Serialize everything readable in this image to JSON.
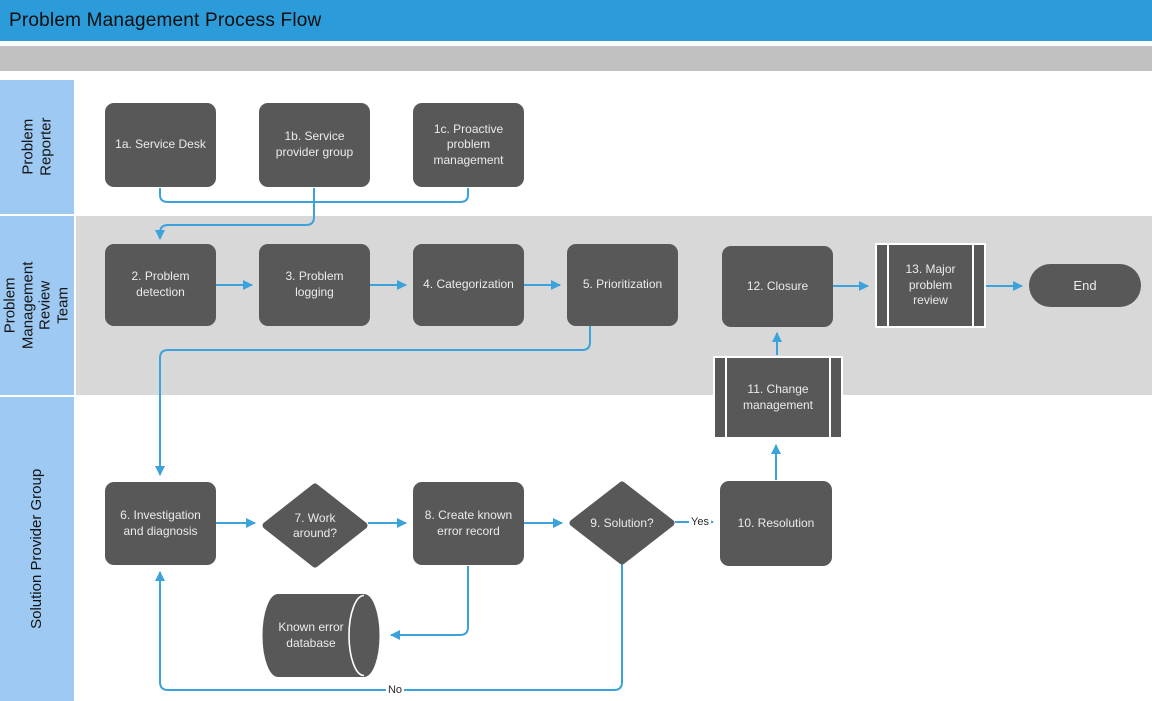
{
  "title": "Problem Management Process Flow",
  "colors": {
    "titlebar": "#2B9CD9",
    "band": "#C1C1C1",
    "lane-label": "#9DC9F2",
    "lane-alt": "#D8D8D8",
    "node": "#585858",
    "node-text": "#EBEBEB",
    "arrow": "#3CA2DC",
    "title-text": "#0D0D0D"
  },
  "lanes": [
    {
      "label": "Problem Reporter"
    },
    {
      "label": "Problem Management Review Team"
    },
    {
      "label": "Solution Provider Group"
    }
  ],
  "nodes": {
    "n1a": {
      "label": "1a. Service Desk",
      "type": "process"
    },
    "n1b": {
      "label": "1b. Service provider group",
      "type": "process"
    },
    "n1c": {
      "label": "1c. Proactive problem management",
      "type": "process"
    },
    "n2": {
      "label": "2. Problem detection",
      "type": "process"
    },
    "n3": {
      "label": "3. Problem logging",
      "type": "process"
    },
    "n4": {
      "label": "4. Categorization",
      "type": "process"
    },
    "n5": {
      "label": "5. Prioritization",
      "type": "process"
    },
    "n6": {
      "label": "6. Investigation and diagnosis",
      "type": "process"
    },
    "n7": {
      "label": "7. Work around?",
      "type": "decision"
    },
    "n8": {
      "label": "8. Create known error record",
      "type": "process"
    },
    "n9": {
      "label": "9. Solution?",
      "type": "decision"
    },
    "n10": {
      "label": "10. Resolution",
      "type": "process"
    },
    "n11": {
      "label": "11. Change management",
      "type": "predefined-process"
    },
    "n12": {
      "label": "12. Closure",
      "type": "process"
    },
    "n13": {
      "label": "13. Major problem review",
      "type": "predefined-process"
    },
    "end": {
      "label": "End",
      "type": "terminator"
    },
    "db": {
      "label": "Known error database",
      "type": "database"
    }
  },
  "edge_labels": {
    "yes": "Yes",
    "no": "No"
  }
}
